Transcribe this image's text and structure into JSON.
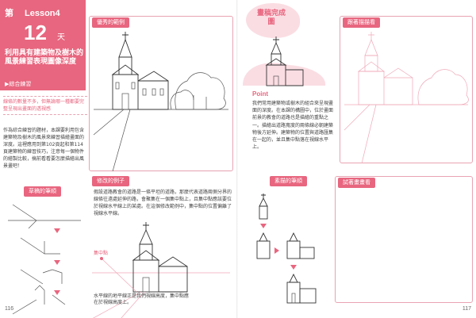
{
  "left_page": {
    "lesson": {
      "prefix": "第",
      "label": "Lesson4",
      "day_number": "12",
      "day_unit": "天"
    },
    "title": "利用具有建築物及樹木的風景練習表現圖像深度",
    "subtitle": "▶綜合練習",
    "callout": "線條的數量不多，但無論哪一種都要完整呈現出畫面的透視感",
    "body": "作為綜合練習的題材，本課要利用包含建築物及樹木的風景來練習描繪畫面的深度。這裡應用到第102頁起和第114頁建築物的練習技巧，注意每一個物件的繪製比較，搞前看看要怎麼描繪出風景畫吧！",
    "sections": {
      "excellent": "優秀的範例",
      "draft": "草稿的筆順",
      "revised": "修改的例子"
    },
    "revised_note": "假設道路教會的道路是一條平坦的道路，那麼代表道路兩側分界的線條往遠處延伸的路，會聚集在一個集中點上，且集中點應該要位於視線水平線上的某處。在這個修改範例中，集中點的位置偏離了視線水平線。",
    "focal_label": "集中點",
    "horizon_note": "水平線的地平線正是我們視線高度，集中點應在於視線高度上。",
    "page_number": "116"
  },
  "right_page": {
    "badge": "畫稿完成圖",
    "point_label": "Point",
    "point_text": "我們常用建築物或樹木的組合來呈現畫面的深度。在本課的構圖中，位於畫面前景的教會的道路也是描繪的重點之一。描繪出道路寬度的兩條線必朝建築物後方延伸。建築物的位置與道路匯集在一起的，並且集中點落在視線水平上。",
    "sections": {
      "trace": "跟著描描看",
      "sketch_order": "素描的筆順",
      "try": "試著畫畫看"
    },
    "page_number": "117"
  },
  "colors": {
    "accent": "#e8667f",
    "accent_light": "#f7c6d1",
    "frame": "#e8a3b2"
  }
}
